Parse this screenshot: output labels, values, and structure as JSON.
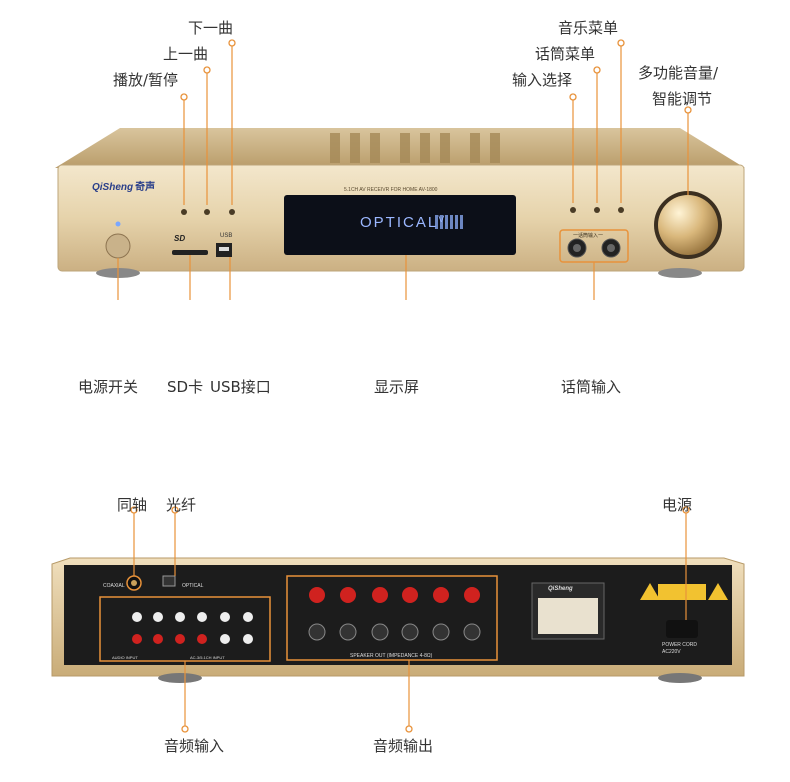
{
  "front": {
    "callouts_top": {
      "next_track": "下一曲",
      "prev_track": "上一曲",
      "play_pause": "播放/暂停",
      "music_menu": "音乐菜单",
      "mic_menu": "话筒菜单",
      "input_select": "输入选择",
      "multi_volume_line1": "多功能音量/",
      "multi_volume_line2": "智能调节"
    },
    "callouts_bottom": {
      "power_switch": "电源开关",
      "sd_card": "SD卡",
      "usb_port": "USB接口",
      "display": "显示屏",
      "mic_input": "话筒输入"
    },
    "panel": {
      "brand": "QiSheng",
      "brand_cn": "奇声",
      "model_line": "5.1CH AV RECEIVR FOR HOME  AV-1800",
      "display_text": "OPTICAL",
      "display_v": "V",
      "usb_mark": "USB",
      "sd_mark": "SD",
      "mic_panel_label": "一话筒输入一"
    }
  },
  "rear": {
    "callouts_top": {
      "coaxial": "同轴",
      "optical": "光纤",
      "power": "电源"
    },
    "callouts_bottom": {
      "audio_input": "音频输入",
      "audio_output": "音频输出"
    },
    "panel": {
      "coaxial_mark": "COAXIAL",
      "optical_mark": "OPTICAL",
      "speaker_out_mark": "SPEAKER OUT (IMPEDANCE 4-8Ω)",
      "audio_input_mark": "AUDIO INPUT",
      "ac_input_mark": "AC-3/5.1CH INPUT",
      "power_cord_mark": "POWER CORD",
      "power_spec": "AC220V",
      "brand": "QiSheng"
    }
  },
  "colors": {
    "accent": "#e8923a",
    "gold_light": "#e8d8b6",
    "gold_dark": "#bfa77c",
    "display_bg": "#0c0f18",
    "display_text": "#9bb7ff",
    "speaker_red": "#d0221f"
  }
}
